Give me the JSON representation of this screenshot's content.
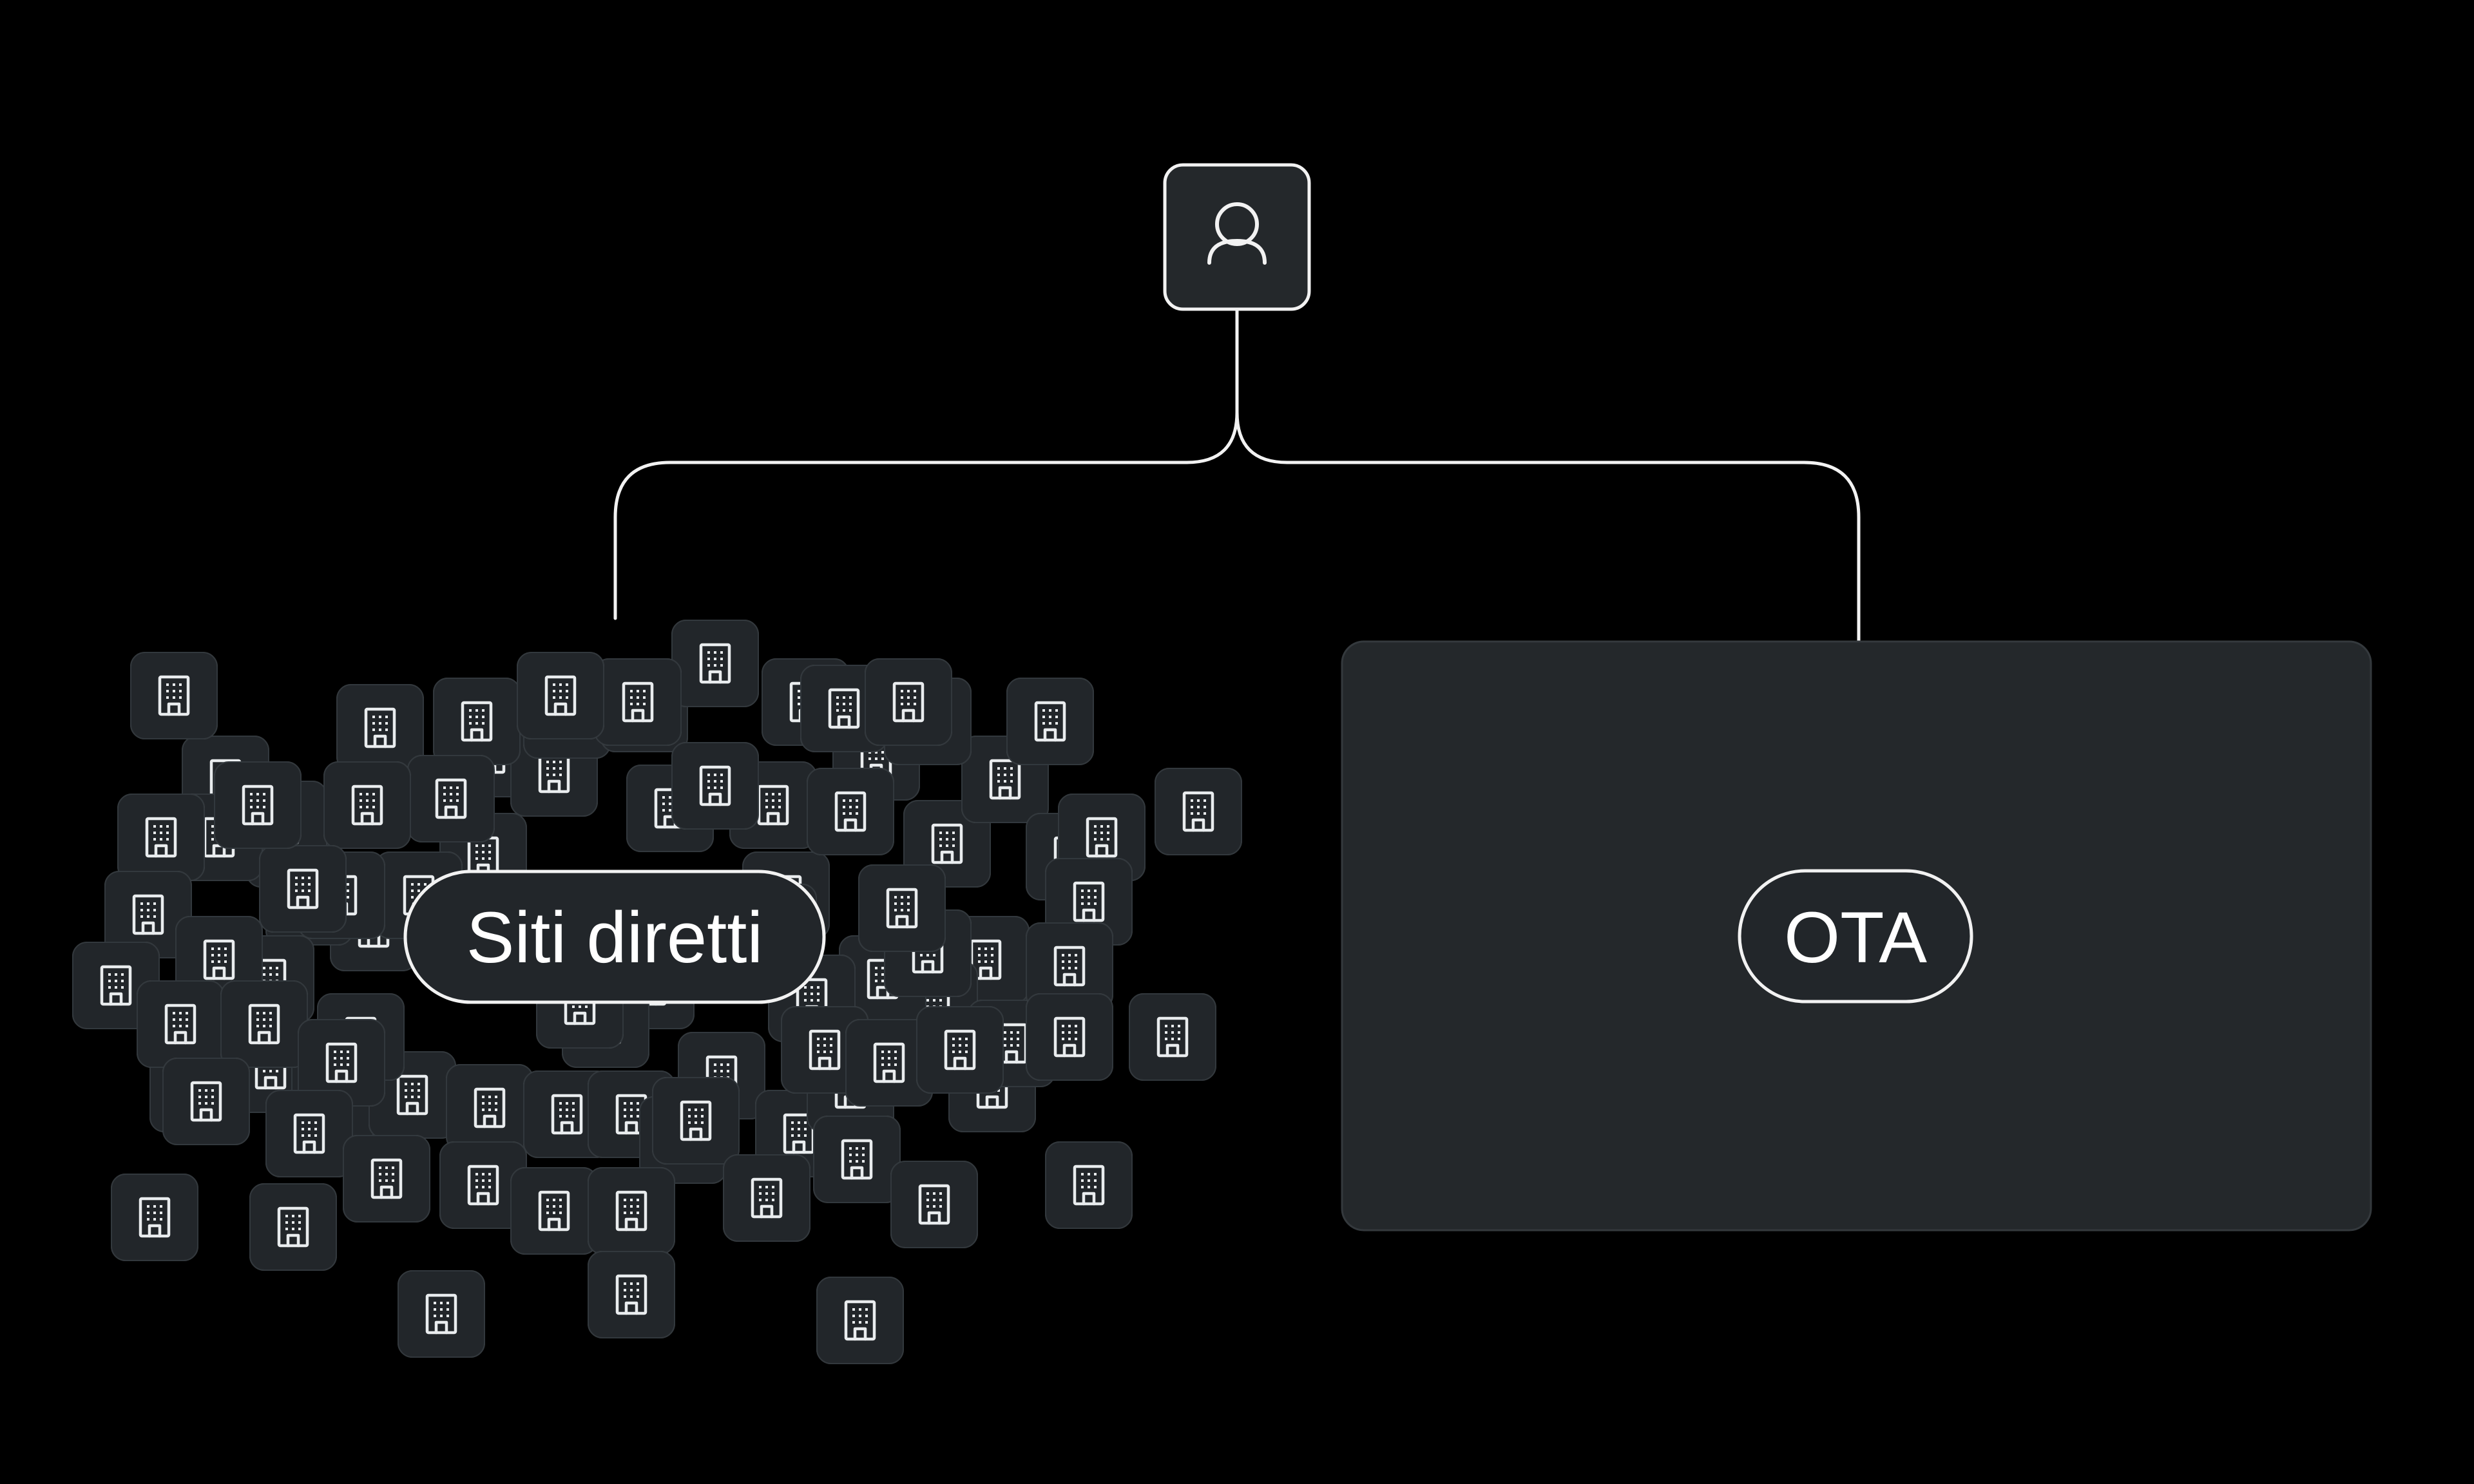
{
  "diagram": {
    "user_node": {
      "icon": "user-icon"
    },
    "left_group": {
      "label": "Siti diretti",
      "item_icon": "hotel-building-icon",
      "item_count": 100
    },
    "right_group": {
      "label": "OTA"
    }
  },
  "colors": {
    "background": "#000000",
    "tile_fill": "#24282b",
    "tile_border": "#33383c",
    "line": "#f2f2f2",
    "text": "#ffffff"
  }
}
